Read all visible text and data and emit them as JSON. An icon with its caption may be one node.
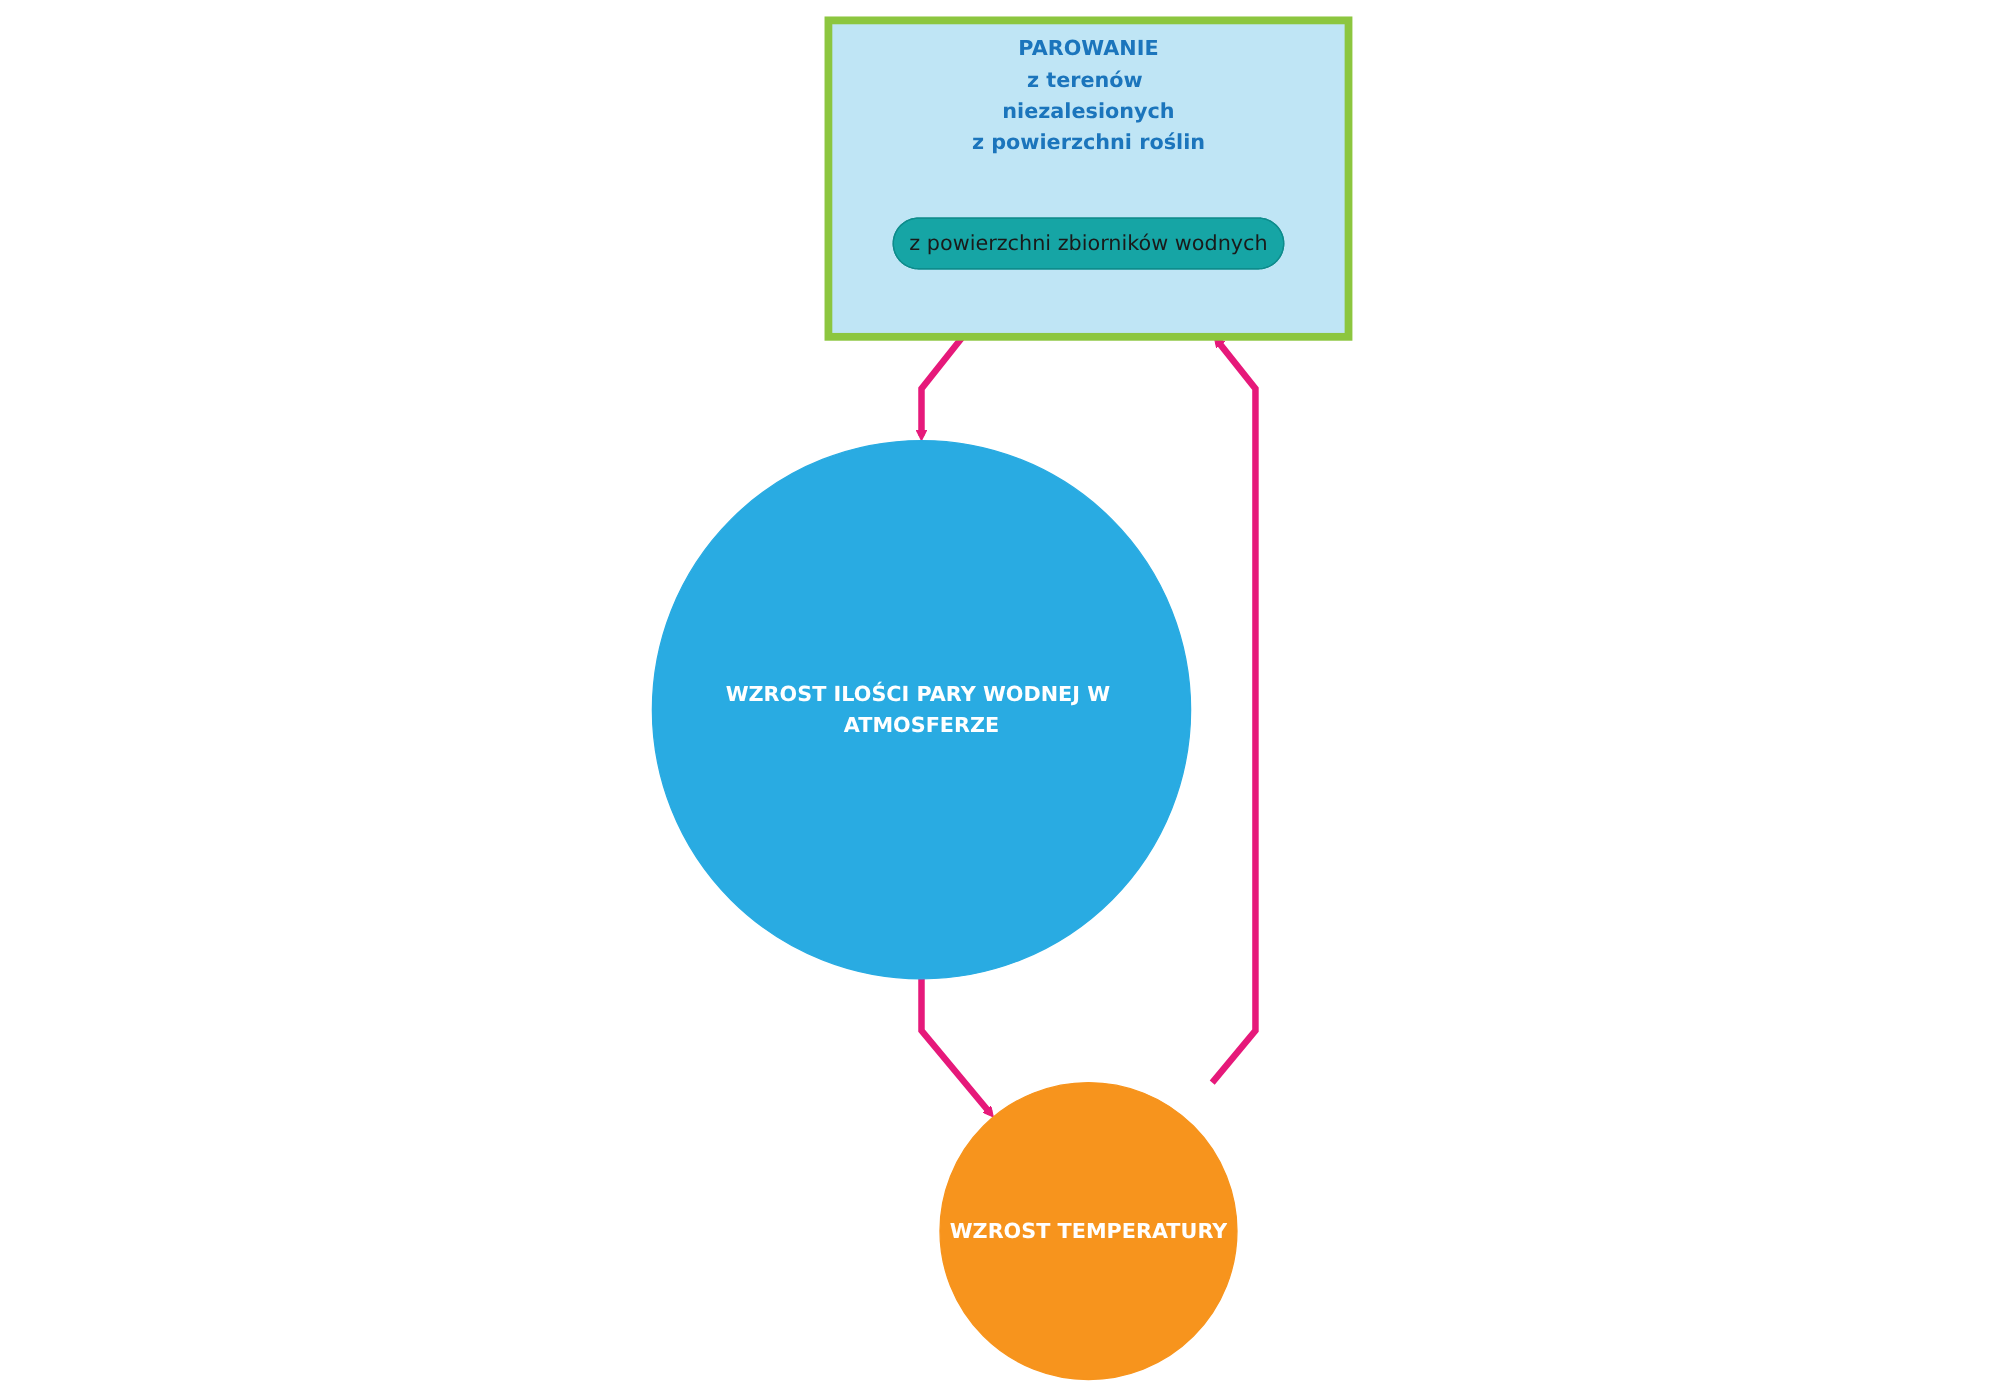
{
  "diagram": {
    "nodes": [
      {
        "text": [
          "WZROST ILOŚCI PARY WODNEJ W ATMOSFERZE"
        ]
      },
      {
        "text": [
          "WZROST TEMPERATURY"
        ]
      },
      {
        "text": [
          "PAROWANIE",
          "z terenów niezalesionych",
          "z powierzchni roślin"
        ]
      },
      {
        "text": [
          "z powierzchni zbiorników wodnych"
        ],
        "in": 2
      }
    ],
    "edges": [
      {
        "from": 0,
        "to": 1,
        "arrow": "to"
      },
      {
        "from": 1,
        "to": 2,
        "arrow": "to"
      },
      {
        "from": 2,
        "to": 0,
        "arrow": "to"
      }
    ]
  }
}
